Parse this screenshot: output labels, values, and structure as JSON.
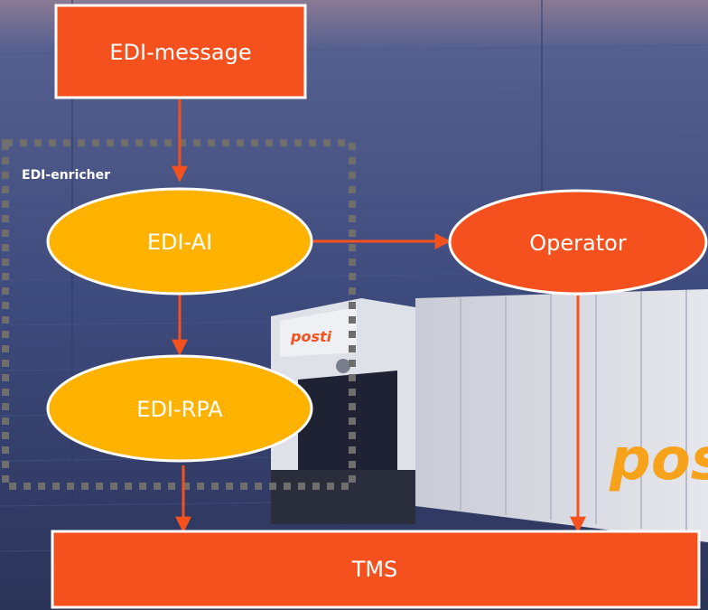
{
  "nodes": {
    "edi_message": "EDI-message",
    "edi_ai": "EDI-AI",
    "edi_rpa": "EDI-RPA",
    "operator": "Operator",
    "tms": "TMS"
  },
  "group": {
    "label": "EDI-enricher"
  },
  "background": {
    "truck_brand": "posti"
  },
  "colors": {
    "box_orange": "#f4511e",
    "ellipse_amber": "#ffb300",
    "arrow": "#f4511e",
    "sky_top": "#7b6f8c",
    "wall": "#3d4a7c",
    "group_border": "#6e6e6e"
  }
}
